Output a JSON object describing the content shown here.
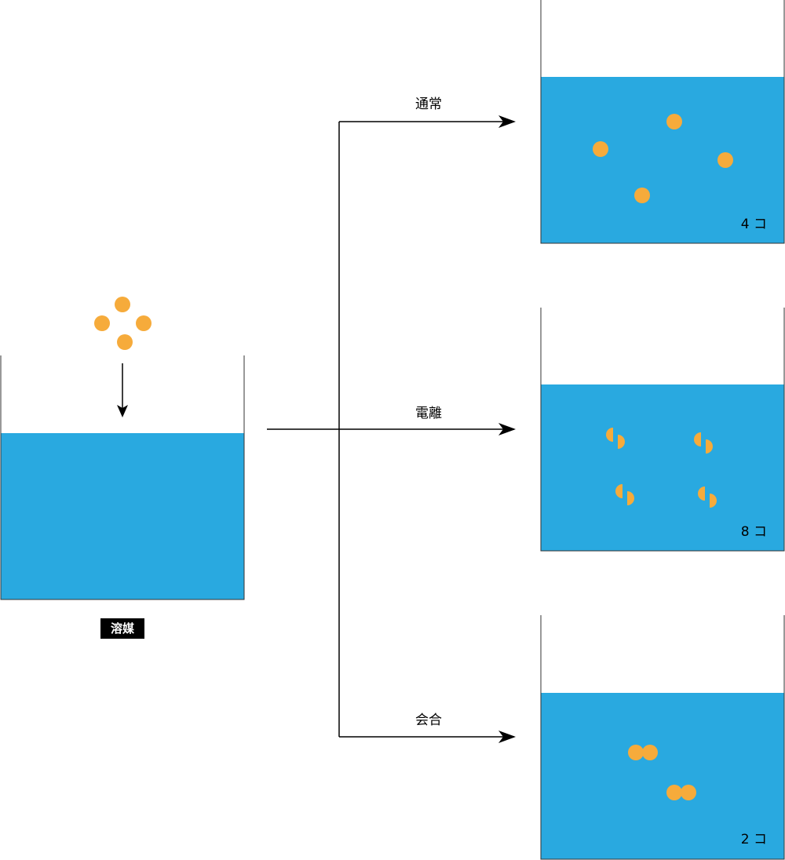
{
  "colors": {
    "water": "#29a9e0",
    "particle": "#f6ab3b",
    "line": "#000000",
    "label_bg": "#000000",
    "label_fg": "#ffffff"
  },
  "solvent_label": "溶媒",
  "branches": [
    {
      "label": "通常",
      "count": "4 コ",
      "particle_form": "whole"
    },
    {
      "label": "電離",
      "count": "8 コ",
      "particle_form": "split-halves"
    },
    {
      "label": "会合",
      "count": "2 コ",
      "particle_form": "paired"
    }
  ],
  "incoming_particles": 4
}
